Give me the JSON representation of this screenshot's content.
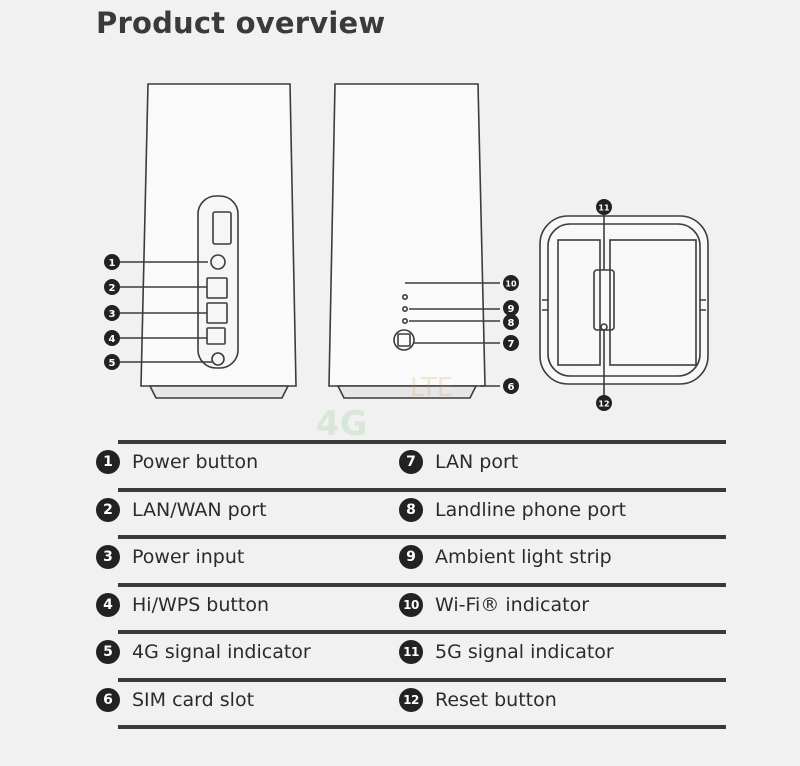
{
  "title": "Product overview",
  "callouts": [
    "1",
    "2",
    "3",
    "4",
    "5",
    "6",
    "7",
    "8",
    "9",
    "10",
    "11",
    "12"
  ],
  "legend": [
    {
      "left": {
        "num": "1",
        "label": "Power button"
      },
      "right": {
        "num": "7",
        "label": "LAN port"
      }
    },
    {
      "left": {
        "num": "2",
        "label": "LAN/WAN port"
      },
      "right": {
        "num": "8",
        "label": "Landline phone port"
      }
    },
    {
      "left": {
        "num": "3",
        "label": "Power input"
      },
      "right": {
        "num": "9",
        "label": "Ambient light strip"
      }
    },
    {
      "left": {
        "num": "4",
        "label": "Hi/WPS button"
      },
      "right": {
        "num": "10",
        "label": "Wi-Fi® indicator"
      }
    },
    {
      "left": {
        "num": "5",
        "label": "4G signal indicator"
      },
      "right": {
        "num": "11",
        "label": "5G signal indicator"
      }
    },
    {
      "left": {
        "num": "6",
        "label": "SIM card slot"
      },
      "right": {
        "num": "12",
        "label": "Reset button"
      }
    }
  ],
  "colors": {
    "background": "#f1f1f1",
    "line": "#3a3a3a",
    "badge": "#222222"
  }
}
